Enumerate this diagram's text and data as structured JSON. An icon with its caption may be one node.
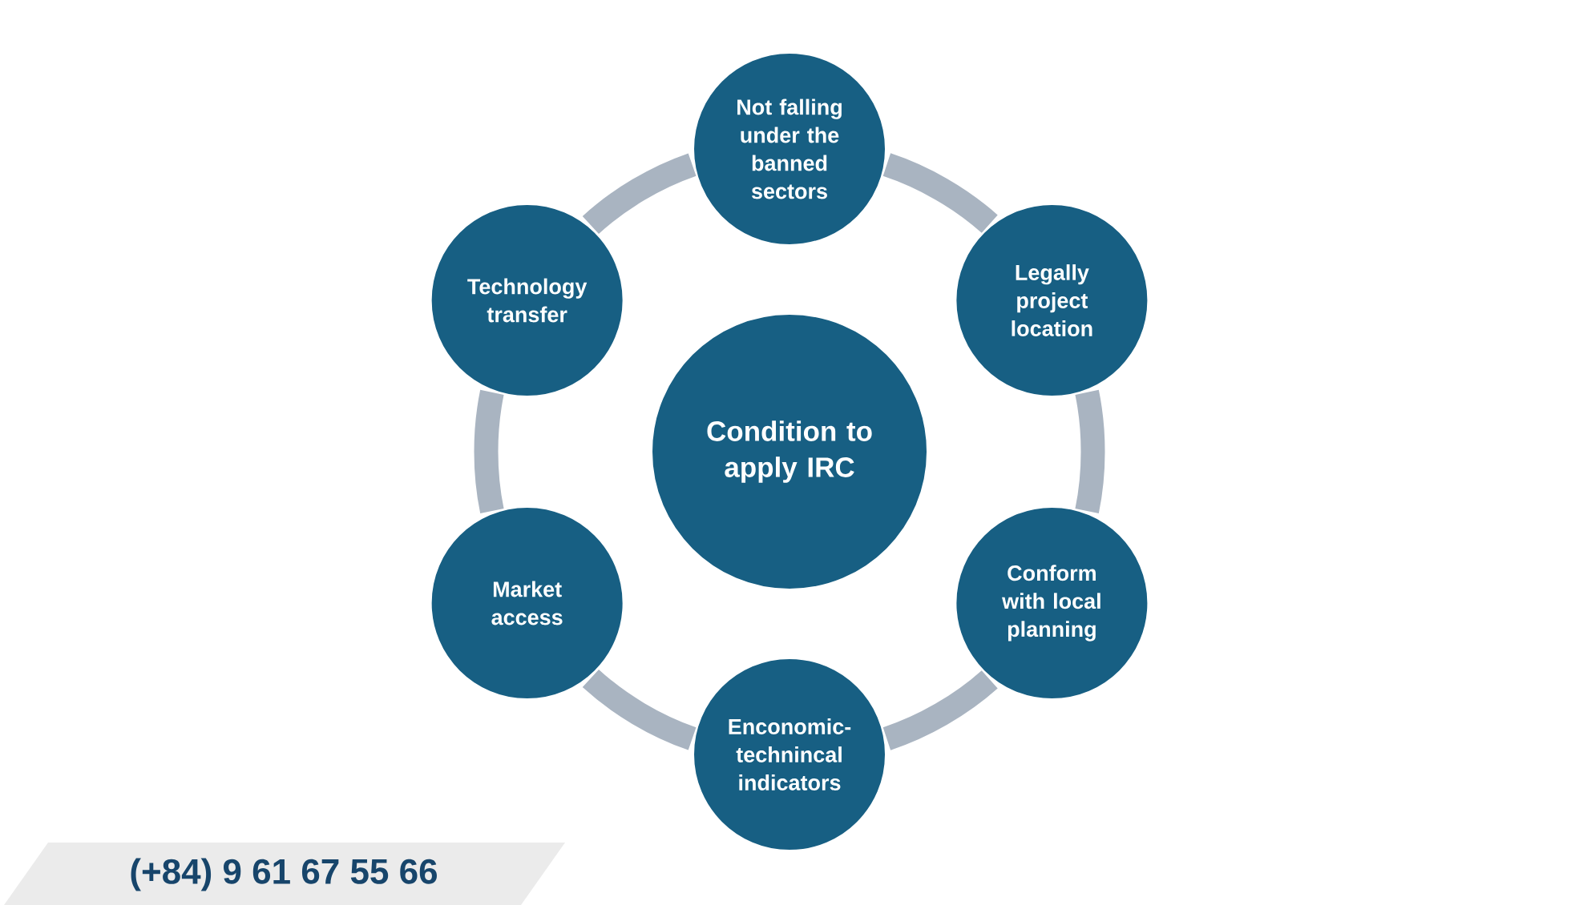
{
  "diagram": {
    "nodes": [
      {
        "text": [
          "Condition to apply IRC"
        ]
      },
      {
        "text": [
          "Not falling under the banned sectors"
        ]
      },
      {
        "text": [
          "Legally project location"
        ]
      },
      {
        "text": [
          "Conform with local planning"
        ]
      },
      {
        "text": [
          "Enconomic-technincal indicators"
        ]
      },
      {
        "text": [
          "Market access"
        ]
      },
      {
        "text": [
          "Technology transfer"
        ]
      }
    ],
    "edges": [
      {
        "from": 1,
        "to": 2,
        "arrow": "none"
      },
      {
        "from": 2,
        "to": 3,
        "arrow": "none"
      },
      {
        "from": 3,
        "to": 4,
        "arrow": "none"
      },
      {
        "from": 4,
        "to": 5,
        "arrow": "none"
      },
      {
        "from": 5,
        "to": 6,
        "arrow": "none"
      },
      {
        "from": 6,
        "to": 1,
        "arrow": "none"
      }
    ],
    "labels": [
      "(+84) 9 61 67 55 66"
    ]
  }
}
